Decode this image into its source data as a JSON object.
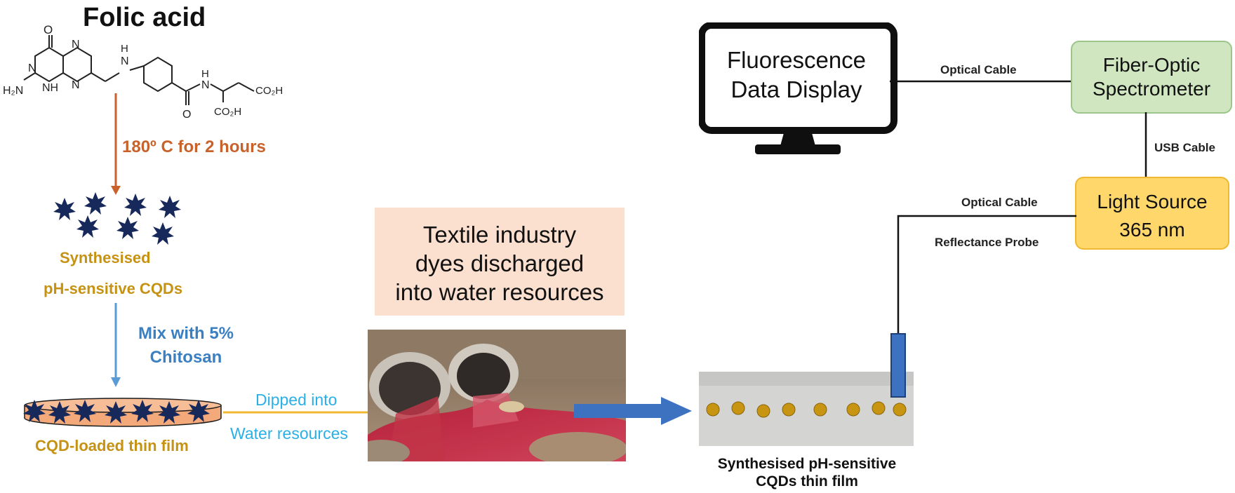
{
  "left": {
    "title": "Folic acid",
    "condition": "180º C for 2 hours",
    "cqd_label_1": "Synthesised",
    "cqd_label_2": "pH-sensitive CQDs",
    "mix_1": "Mix with 5%",
    "mix_2": "Chitosan",
    "film_label": "CQD-loaded thin film",
    "dip_1": "Dipped into",
    "dip_2": "Water resources",
    "molecule": {
      "o_top": "O",
      "n1": "N",
      "n2": "N",
      "n3": "N",
      "nh": "NH",
      "h2n": "H₂N",
      "h_amine": "H",
      "n_amine": "N",
      "h_amide": "H",
      "n_amide": "N",
      "o_amide": "O",
      "co2h_1": "CO₂H",
      "co2h_2": "CO₂H"
    }
  },
  "middle": {
    "textile_1": "Textile industry",
    "textile_2": "dyes discharged",
    "textile_3": "into water resources",
    "film_caption_1": "Synthesised pH-sensitive",
    "film_caption_2": "CQDs thin film"
  },
  "right": {
    "display_1": "Fluorescence",
    "display_2": "Data Display",
    "spectro_1": "Fiber-Optic",
    "spectro_2": "Spectrometer",
    "light_1": "Light Source",
    "light_2": "365 nm",
    "cable_top": "Optical Cable",
    "cable_usb": "USB Cable",
    "cable_light": "Optical Cable",
    "probe": "Reflectance Probe"
  },
  "colors": {
    "orange": "#c8612a",
    "gold": "#c69214",
    "blue_text": "#3a7fc1",
    "cyan_text": "#2ab0e6",
    "dot_navy": "#17285a",
    "film_fill": "#f3a97a",
    "arrow_blue": "#3d72c0"
  }
}
